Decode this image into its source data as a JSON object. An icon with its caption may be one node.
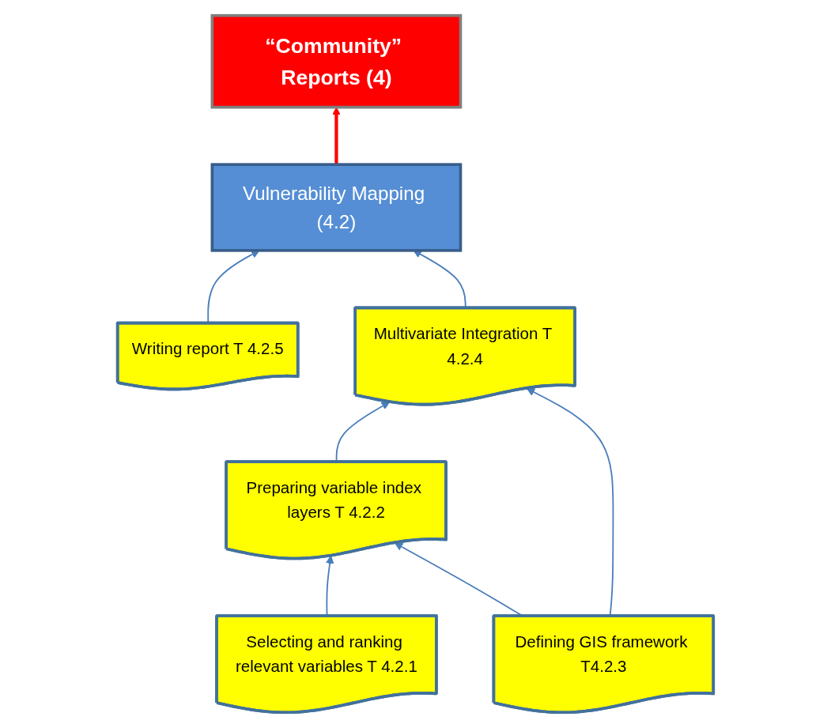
{
  "diagram": {
    "nodes": [
      {
        "text": [
          "“Community” Reports (4)"
        ]
      },
      {
        "text": [
          "Vulnerability Mapping (4.2)"
        ]
      },
      {
        "text": [
          "Writing report T 4.2.5"
        ]
      },
      {
        "text": [
          "Multivariate Integration T 4.2.4"
        ]
      },
      {
        "text": [
          "Preparing variable index layers T 4.2.2"
        ]
      },
      {
        "text": [
          "Defining GIS framework T4.2.3"
        ]
      },
      {
        "text": [
          "Selecting and ranking relevant variables T 4.2.1"
        ]
      }
    ],
    "edges": [
      {
        "from": 1,
        "to": 0,
        "arrow": "to",
        "style": "thick",
        "color": "#ff0000"
      },
      {
        "from": 2,
        "to": 1,
        "arrow": "to"
      },
      {
        "from": 3,
        "to": 1,
        "arrow": "to"
      },
      {
        "from": 4,
        "to": 3,
        "arrow": "to"
      },
      {
        "from": 6,
        "to": 4,
        "arrow": "to"
      },
      {
        "from": 5,
        "to": 3,
        "arrow": "to"
      },
      {
        "from": 5,
        "to": 4,
        "arrow": "to"
      }
    ]
  }
}
